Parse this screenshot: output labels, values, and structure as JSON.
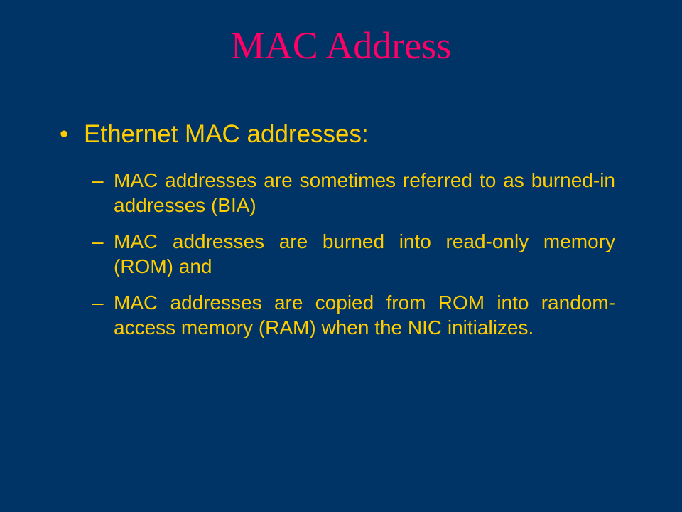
{
  "slide": {
    "title": "MAC Address",
    "colors": {
      "background": "#003366",
      "title": "#ff0066",
      "body": "#ffcc00"
    },
    "bullet": {
      "marker": "•",
      "text": "Ethernet MAC addresses:"
    },
    "subitems": [
      {
        "marker": "–",
        "text": "MAC addresses are sometimes referred to as burned-in addresses (BIA)"
      },
      {
        "marker": "–",
        "text": "MAC addresses are burned into read-only memory (ROM) and"
      },
      {
        "marker": "–",
        "text": "MAC addresses are copied from ROM into random-access memory (RAM) when the NIC initializes."
      }
    ]
  }
}
